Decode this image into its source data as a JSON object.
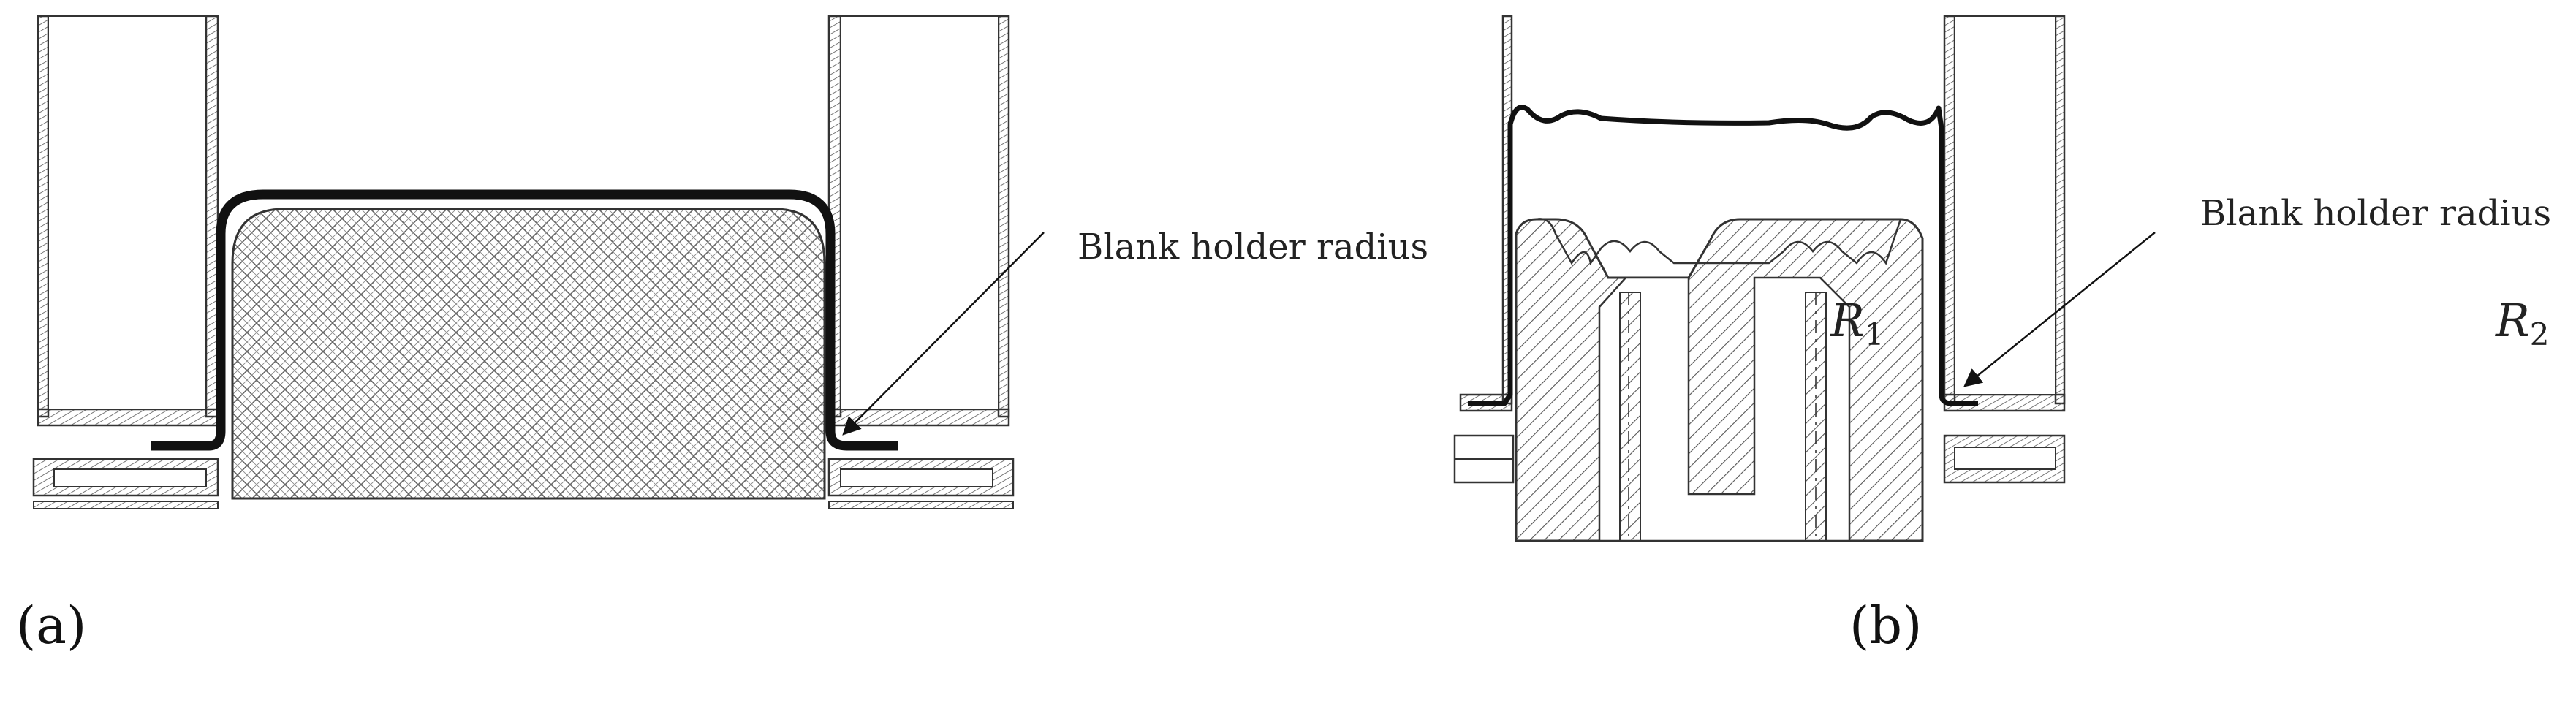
{
  "panel_a": {
    "annotation": "Blank holder radius",
    "caption": "(a)"
  },
  "panel_b": {
    "annotation": "Blank holder radius",
    "r1_symbol": "R",
    "r1_subscript": "1",
    "r2_symbol": "R",
    "r2_subscript": "2",
    "caption": "(b)"
  },
  "colors": {
    "line": "#333333",
    "sheet": "#111111",
    "hatch": "#555555",
    "background": "#ffffff"
  }
}
